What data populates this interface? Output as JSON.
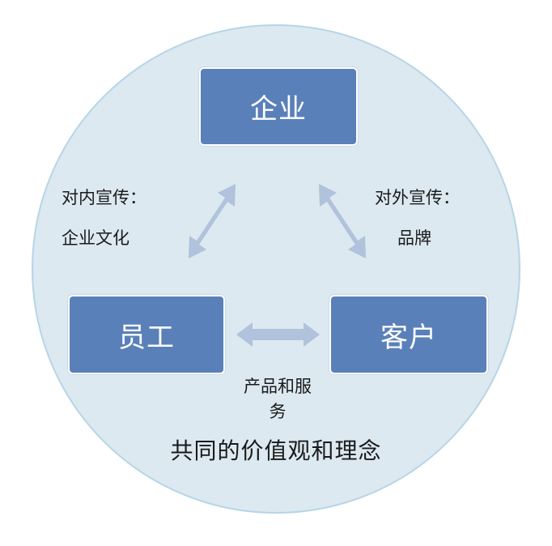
{
  "nodes": {
    "enterprise": "企业",
    "employee": "员工",
    "customer": "客户"
  },
  "labels": {
    "internal_title": "对内宣传：",
    "internal_body": "企业文化",
    "external_title": "对外宣传：",
    "external_body": "品牌",
    "products_line1": "产品和服",
    "products_line2": "务",
    "shared_values": "共同的价值观和理念"
  },
  "colors": {
    "circle_fill": "#dce9f0",
    "circle_border": "#b7d5e6",
    "node_fill": "#5a80b9",
    "arrow_fill": "#b0c2dc"
  }
}
